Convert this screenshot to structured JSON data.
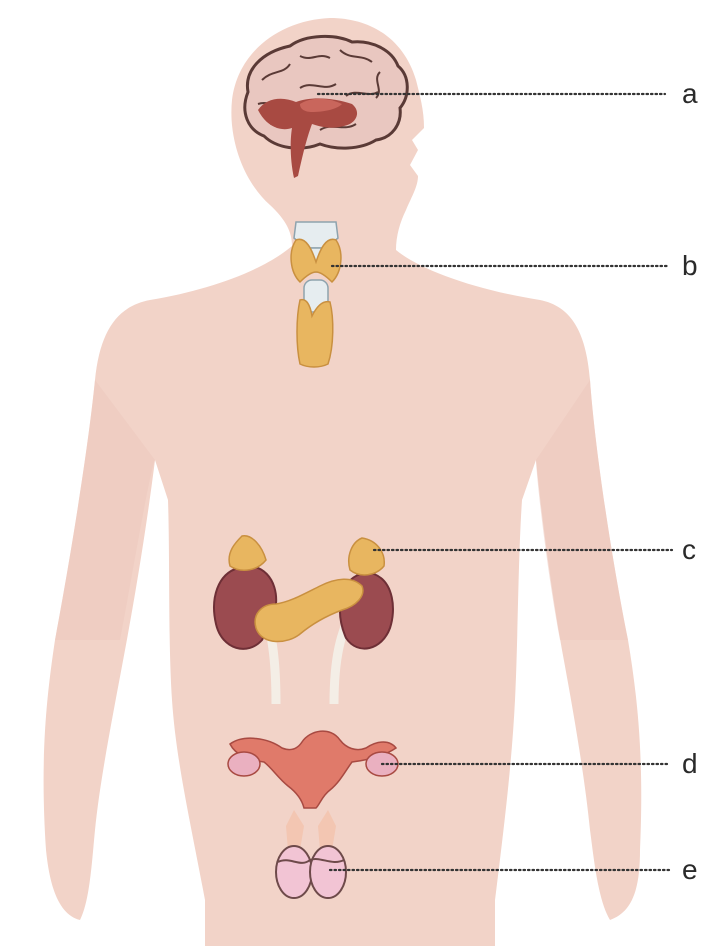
{
  "labels": [
    {
      "id": "a",
      "text": "a"
    },
    {
      "id": "b",
      "text": "b"
    },
    {
      "id": "c",
      "text": "c"
    },
    {
      "id": "d",
      "text": "d"
    },
    {
      "id": "e",
      "text": "e"
    }
  ],
  "colors": {
    "body": "#f2d3c8",
    "body_shade": "#ecc9bd",
    "brain_outline": "#5a3a36",
    "brain_fill": "#e9c7c0",
    "brain_core": "#a84a42",
    "gland_yellow": "#e8b660",
    "gland_yellow_dark": "#c99040",
    "cartilage": "#e6edf0",
    "kidney": "#9b4b50",
    "kidney_dark": "#6e2f36",
    "ureter": "#f4eee6",
    "uterus": "#e07a6a",
    "ovary": "#eab0c0",
    "testis": "#f2c4d4"
  },
  "icons": [
    "human-silhouette",
    "brain-icon",
    "thyroid-icon",
    "adrenal-pancreas-icon",
    "uterus-ovaries-icon",
    "testes-icon"
  ]
}
